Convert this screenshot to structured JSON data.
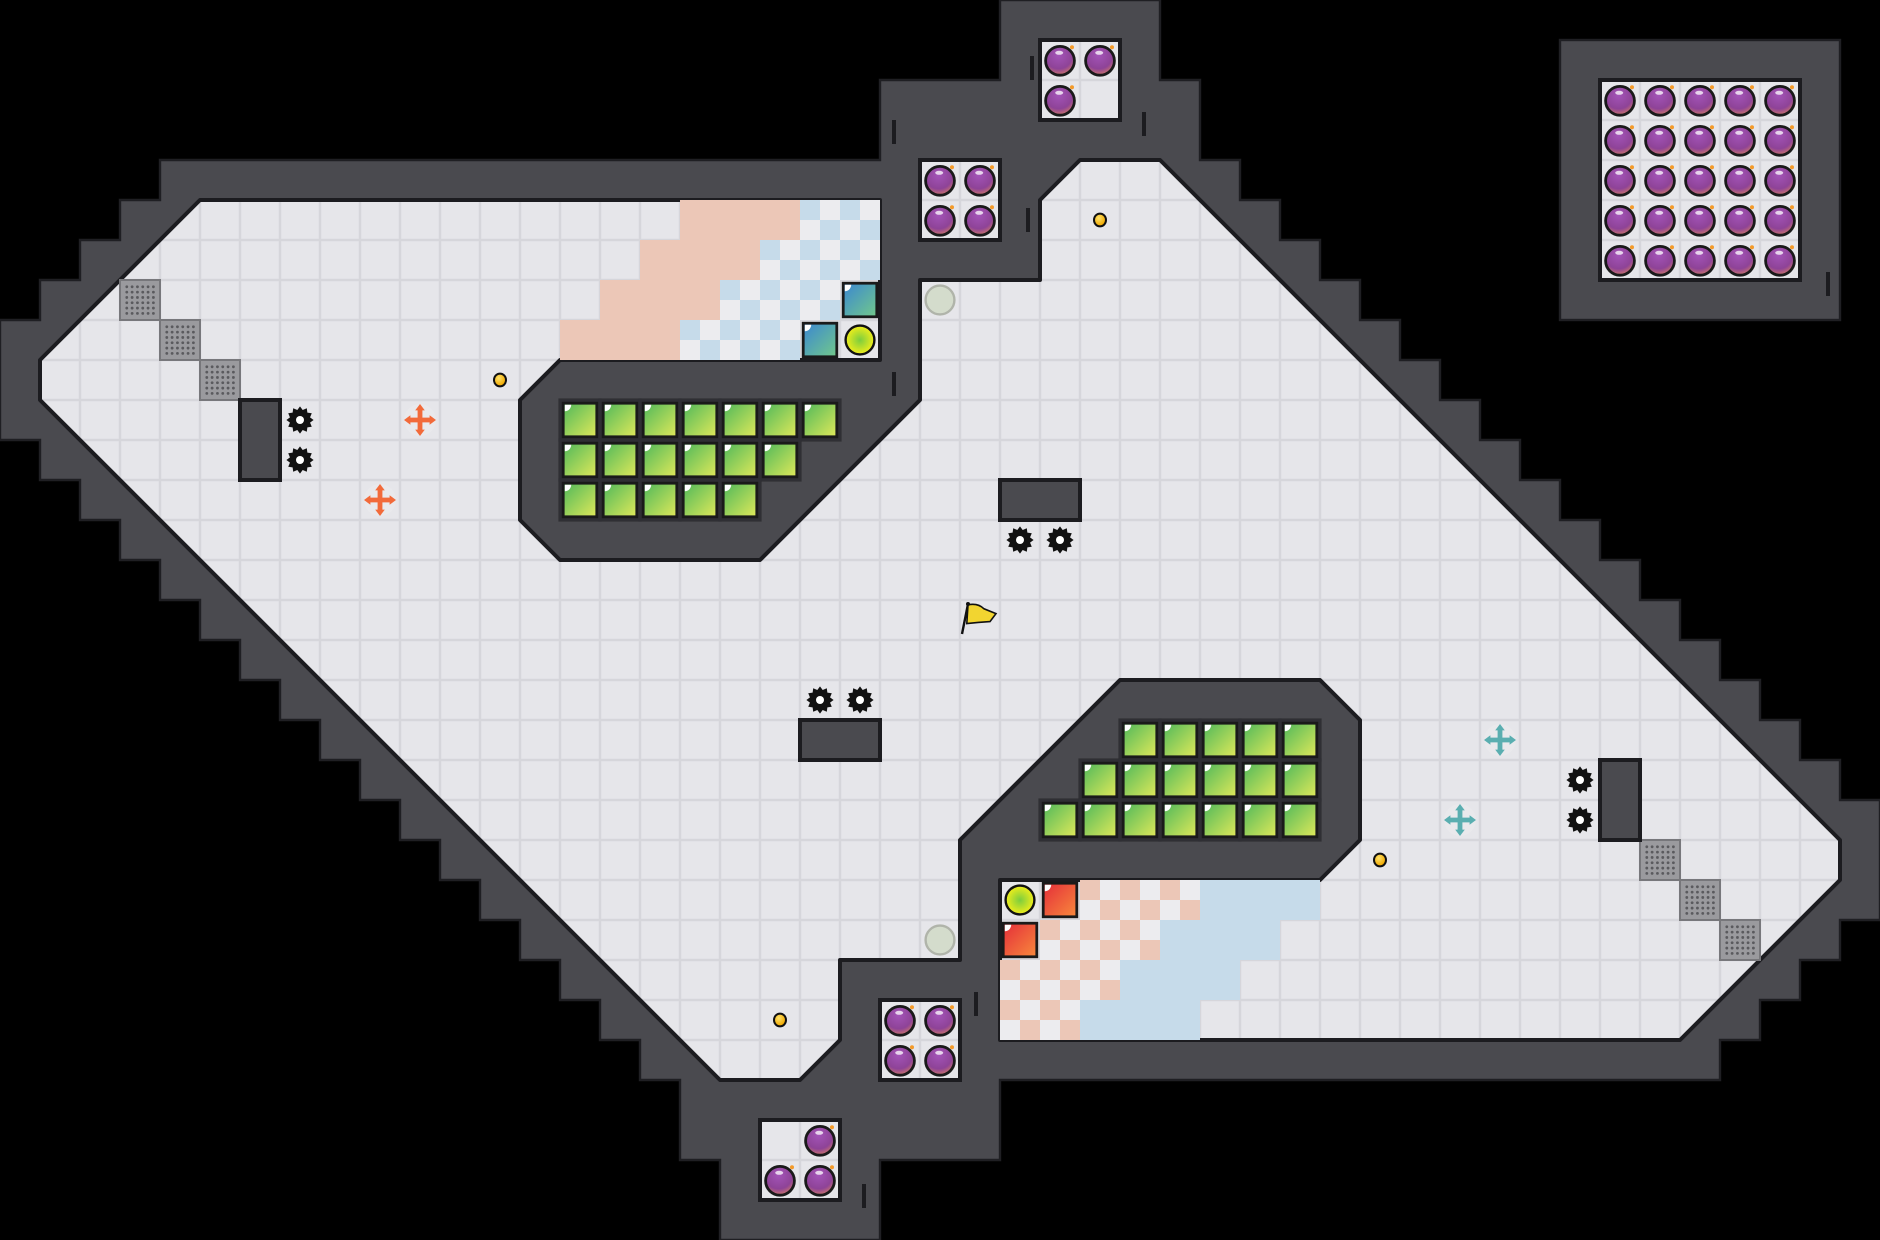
{
  "level": {
    "colors": {
      "background": "#000000",
      "wall": "#4a4a4f",
      "wall_edge": "#1f1f23",
      "floor": "#e3e3e7",
      "floor_inner": "#ececf0",
      "pink_zone": "#ecc7b7",
      "blue_zone": "#c6dbea",
      "green_block_a": "#5cbf5a",
      "green_block_b": "#dbe75a",
      "red_block_a": "#e8353a",
      "red_block_b": "#f7843c",
      "teal_block_a": "#3d8ed0",
      "teal_block_b": "#6cc48a",
      "bomb": "#8a3e9a",
      "coin": "#f4b800",
      "gear": "#111111",
      "grate": "#8d8d90",
      "orange_arrow": "#f26a3a",
      "teal_arrow": "#5aaeb0",
      "flag": "#f2d530"
    },
    "entities": [
      "bomb-icon",
      "gear-icon",
      "coin-icon",
      "flag-icon",
      "move-arrows-icon",
      "green-block",
      "red-block",
      "teal-block",
      "yellow-orb",
      "grey-switch",
      "metal-grate",
      "pillar"
    ]
  }
}
